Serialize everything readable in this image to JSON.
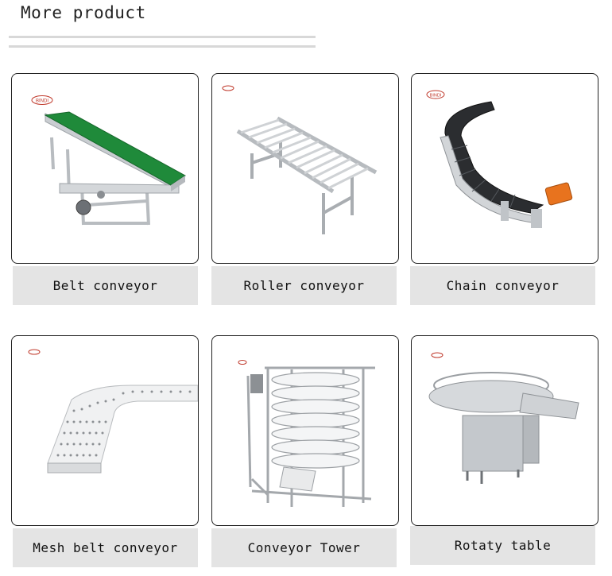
{
  "header": {
    "title": "More product"
  },
  "products": [
    {
      "name": "Belt conveyor",
      "logo": "BINDI",
      "icon": "belt-conveyor-icon"
    },
    {
      "name": "Roller conveyor",
      "logo": "",
      "icon": "roller-conveyor-icon"
    },
    {
      "name": "Chain conveyor",
      "logo": "BINDI",
      "icon": "chain-conveyor-icon"
    },
    {
      "name": "Mesh belt conveyor",
      "logo": "",
      "icon": "mesh-belt-conveyor-icon"
    },
    {
      "name": "Conveyor Tower",
      "logo": "",
      "icon": "conveyor-tower-icon"
    },
    {
      "name": "Rotaty table",
      "logo": "",
      "icon": "rotary-table-icon"
    }
  ],
  "colors": {
    "belt_green": "#1f8a3a",
    "frame_gray": "#c9cdd1",
    "label_bg": "#e4e4e4",
    "motor_orange": "#e8731e"
  }
}
